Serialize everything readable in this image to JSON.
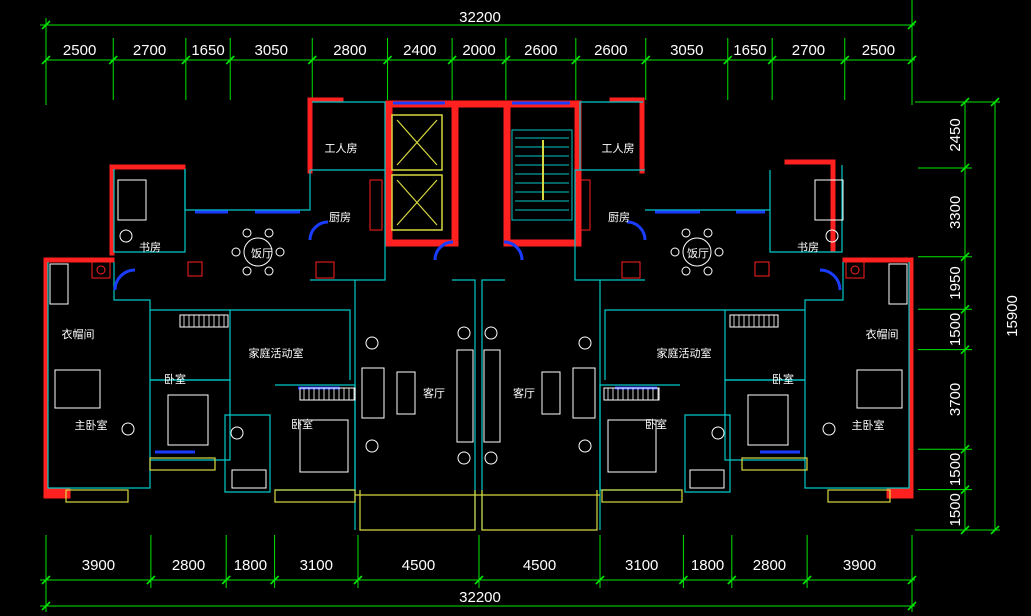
{
  "dims": {
    "top_total": "32200",
    "top_segments": [
      "2500",
      "2700",
      "1650",
      "3050",
      "2800",
      "2400",
      "2000",
      "2600",
      "2600",
      "3050",
      "1650",
      "2700",
      "2500"
    ],
    "bottom_segments": [
      "3900",
      "2800",
      "1800",
      "3100",
      "4500",
      "4500",
      "3100",
      "1800",
      "2800",
      "3900"
    ],
    "bottom_total": "32200",
    "right_segments": [
      "2450",
      "3300",
      "1950",
      "1500",
      "3700",
      "1500",
      "1500"
    ],
    "right_total": "15900"
  },
  "rooms": {
    "servant_left": "工人房",
    "servant_right": "工人房",
    "kitchen_left": "厨房",
    "kitchen_right": "厨房",
    "study_left": "书房",
    "study_right": "书房",
    "dining_left": "饭厅",
    "dining_right": "饭厅",
    "closet_left": "衣帽间",
    "closet_right": "衣帽间",
    "family_left": "家庭活动室",
    "family_right": "家庭活动室",
    "bedroom_left_a": "卧室",
    "bedroom_left_b": "卧室",
    "bedroom_right_a": "卧室",
    "bedroom_right_b": "卧室",
    "master_left": "主卧室",
    "master_right": "主卧室",
    "living_left": "客厅",
    "living_right": "客厅"
  },
  "colors": {
    "dimension": "#00e600",
    "wall": "#ff2020",
    "partition": "#00c8c8",
    "door_window": "#1a3cff",
    "balcony": "#d8d840"
  }
}
